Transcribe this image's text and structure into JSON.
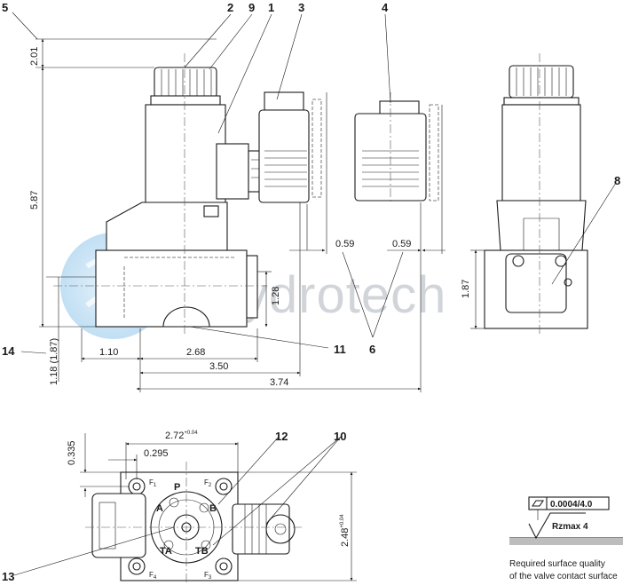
{
  "watermark": "Hydrotech",
  "dimensions": {
    "d201": "2.01",
    "d587": "5.87",
    "d110": "1.10",
    "d268": "2.68",
    "d350": "3.50",
    "d374": "3.74",
    "d128": "1.28",
    "d059a": "0.59",
    "d059b": "0.59",
    "d187": "1.87",
    "d118": "1.18 (1.87)",
    "d272": "2.72",
    "d272tol": "+0.04",
    "d0335": "0.335",
    "d0295": "0.295",
    "d248": "2.48",
    "d248tol": "+0.04"
  },
  "callouts": {
    "c1": "1",
    "c2": "2",
    "c3": "3",
    "c4": "4",
    "c5": "5",
    "c6": "6",
    "c8": "8",
    "c9": "9",
    "c10": "10",
    "c11": "11",
    "c12": "12",
    "c13": "13",
    "c14": "14"
  },
  "ports": {
    "P": "P",
    "A": "A",
    "B": "B",
    "TA": "TA",
    "TB": "TB"
  },
  "fixing": {
    "f1": "F",
    "f1s": "1",
    "f2": "F",
    "f2s": "2",
    "f3": "F",
    "f3s": "3",
    "f4": "F",
    "f4s": "4"
  },
  "surface": {
    "flatness": "0.0004/4.0",
    "roughness": "Rzmax  4",
    "caption_line1": "Required surface quality",
    "caption_line2": "of the valve contact surface"
  }
}
